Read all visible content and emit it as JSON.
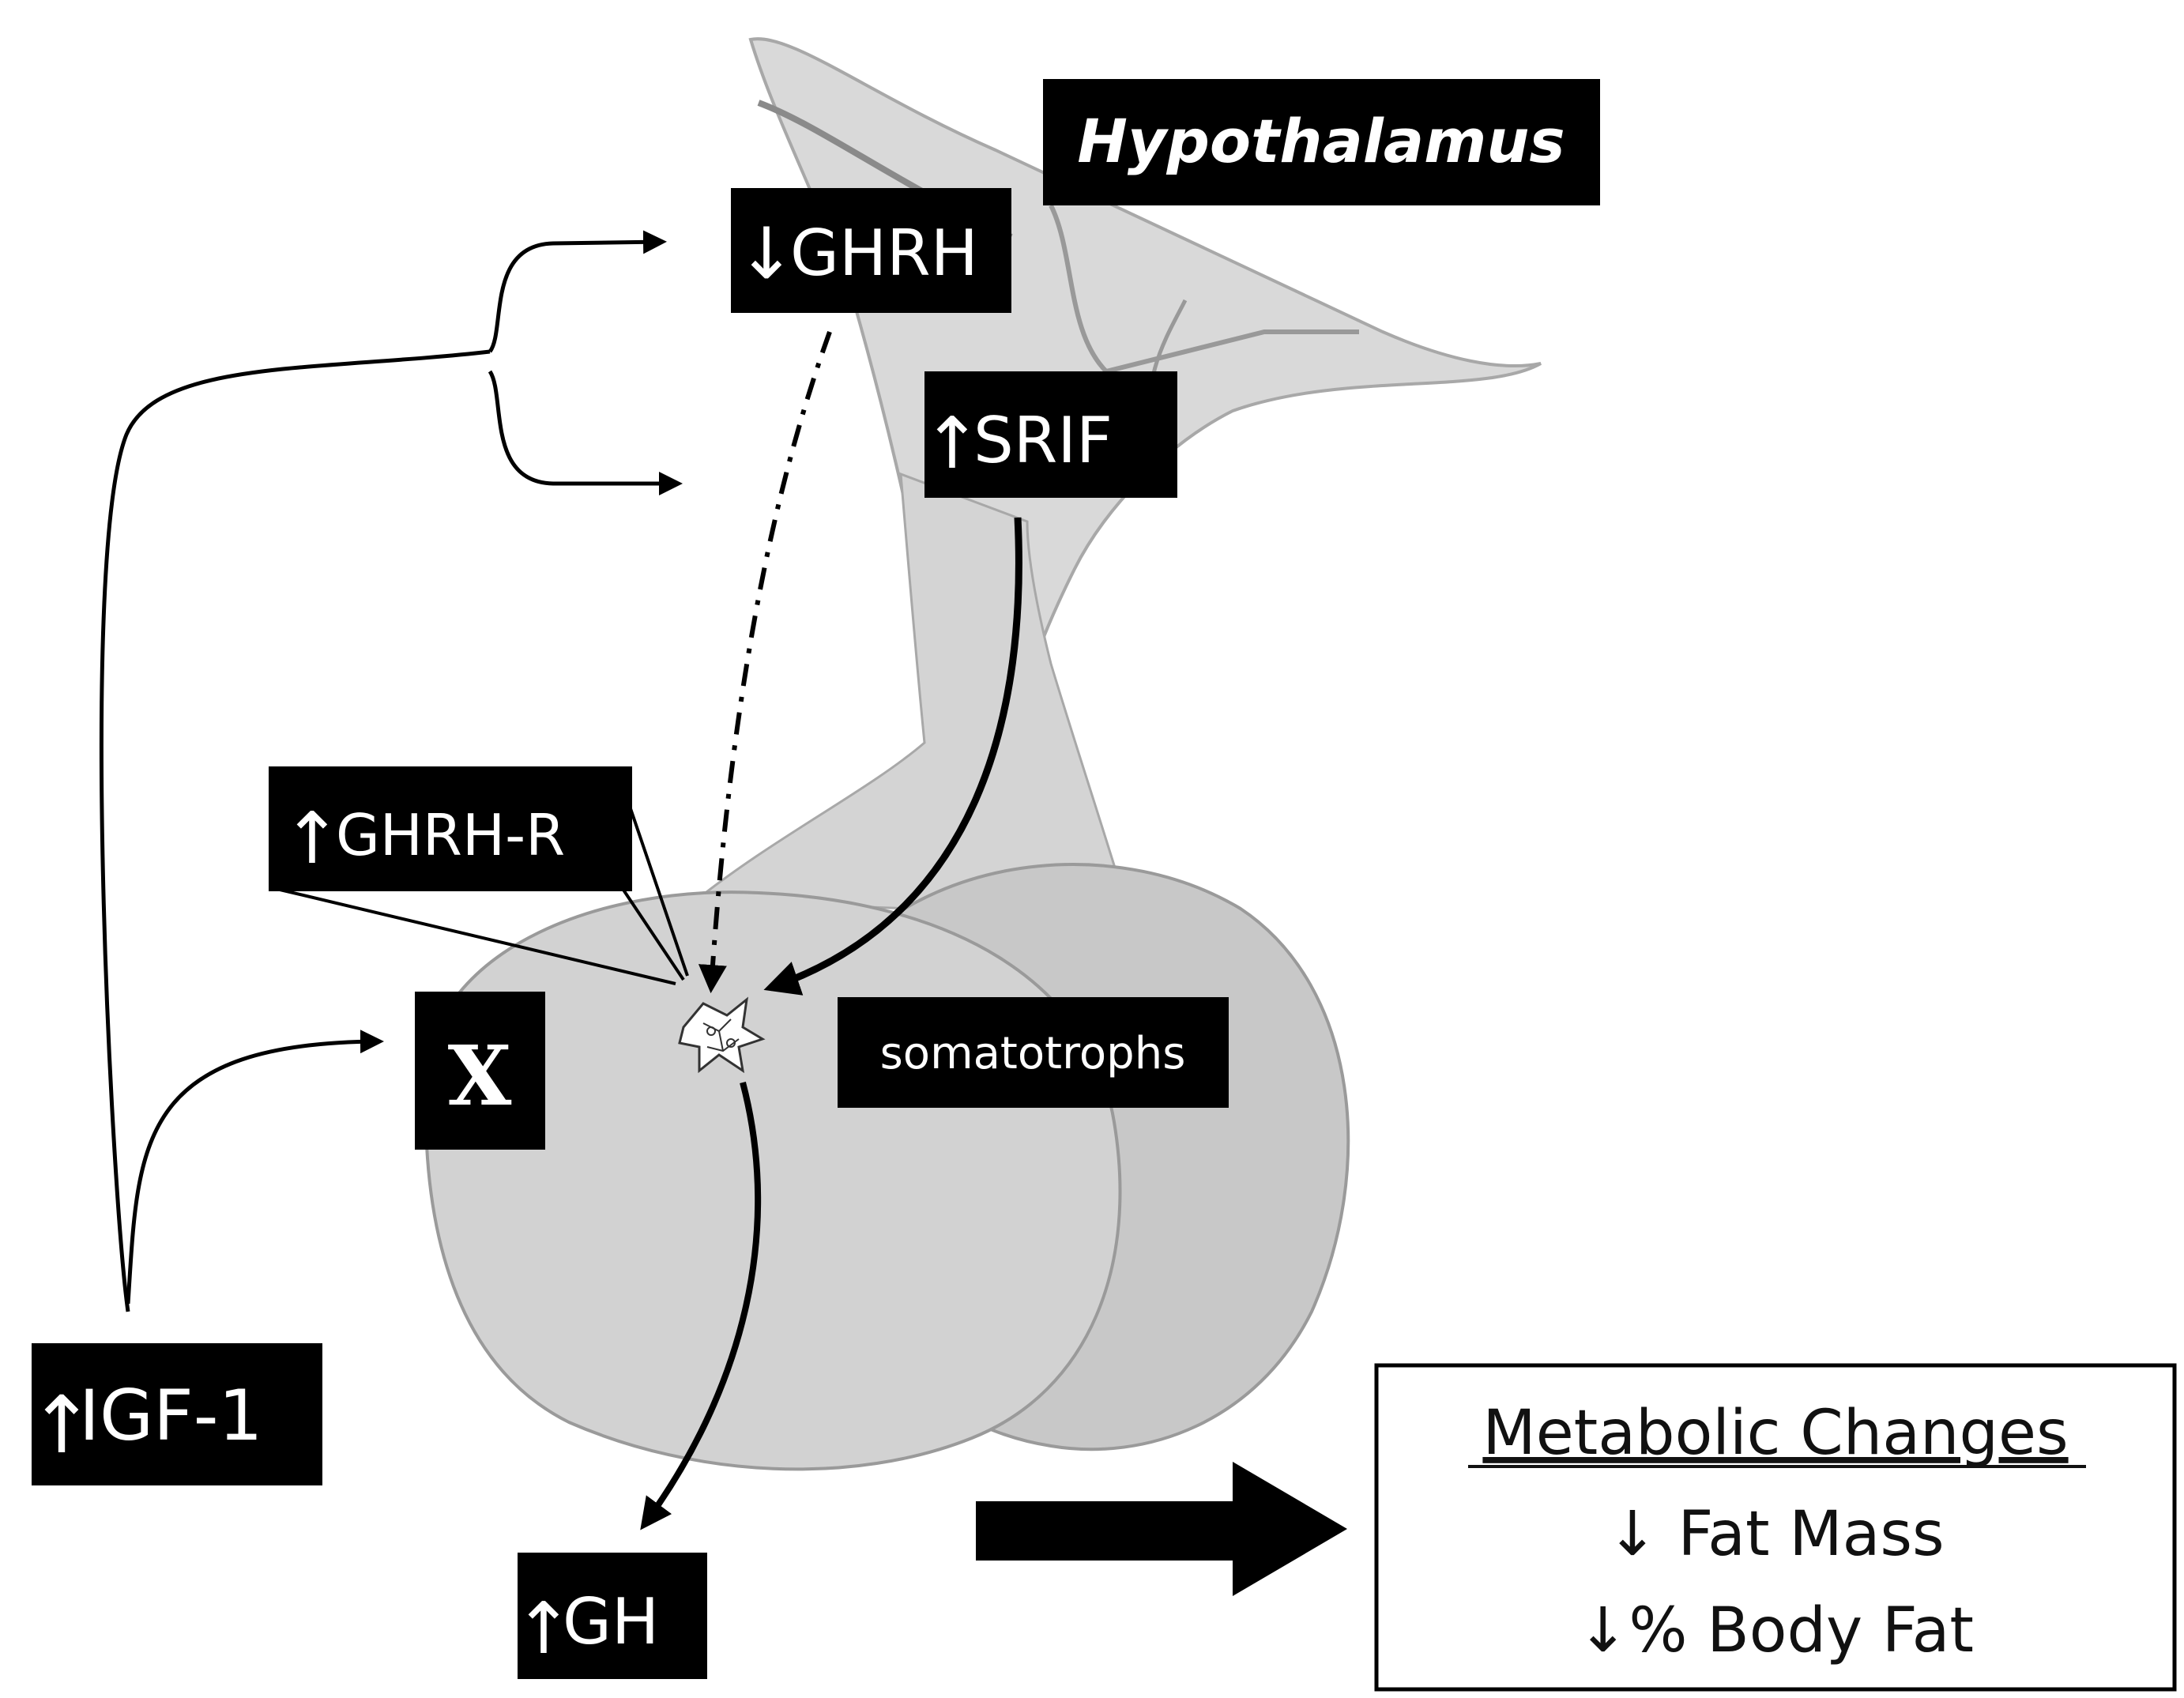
{
  "labels": {
    "hypothalamus": "Hypothalamus",
    "ghrh": "GHRH",
    "ghrh_arrow": "↓",
    "srif": "SRIF",
    "srif_arrow": "↑",
    "ghrh_r": "GHRH-R",
    "ghrh_r_arrow": "↑",
    "x": "X",
    "somatotrophs": "somatotrophs",
    "igf1": "IGF-1",
    "igf1_arrow": "↑",
    "gh": "GH",
    "gh_arrow": "↑"
  },
  "metabolic": {
    "title": "Metabolic Changes",
    "line1": "↓ Fat Mass",
    "line2": "↓% Body Fat"
  },
  "colors": {
    "box_fill": "#000000",
    "box_text": "#ffffff",
    "gland_fill": "#cfcfcf",
    "gland_stroke": "#9a9a9a",
    "stalk_fill": "#d7d7d7",
    "arrow": "#000000"
  }
}
